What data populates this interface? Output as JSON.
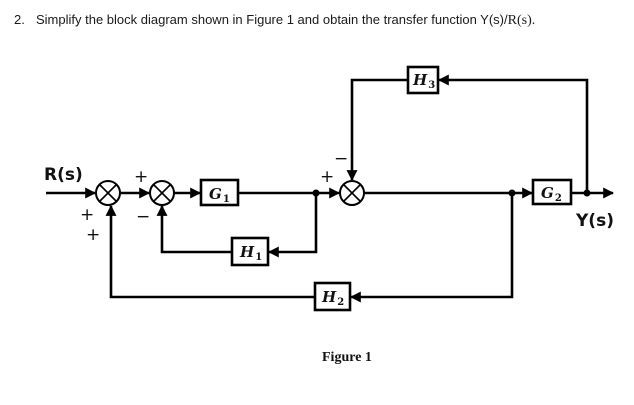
{
  "question": {
    "number": "2.",
    "text_prefix": "Simplify the block diagram shown in Figure 1 and obtain the transfer function Y(s)/",
    "text_suffix": "R(s)."
  },
  "diagram": {
    "input_label": "R(s)",
    "output_label": "Y(s)",
    "caption": "Figure 1",
    "blocks": {
      "G1": {
        "name": "G",
        "sub": "1"
      },
      "G2": {
        "name": "G",
        "sub": "2"
      },
      "H1": {
        "name": "H",
        "sub": "1"
      },
      "H2": {
        "name": "H",
        "sub": "2"
      },
      "H3": {
        "name": "H",
        "sub": "3"
      }
    },
    "summing_junctions": {
      "S1": {
        "input_sign": "+",
        "feedback_sign": "+"
      },
      "S2": {
        "input_sign": "+",
        "feedback_sign": "−"
      },
      "S3": {
        "input_sign": "+",
        "feedback_sign": "−"
      }
    }
  }
}
